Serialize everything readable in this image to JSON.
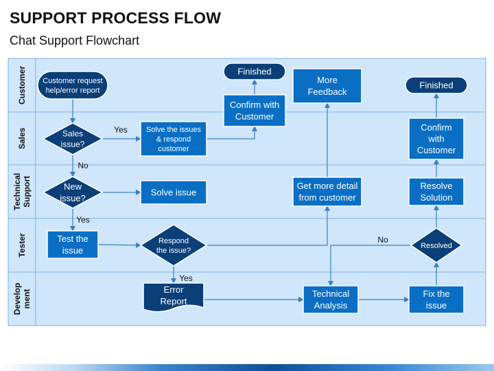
{
  "header": {
    "title": "SUPPORT PROCESS FLOW",
    "subtitle": "Chat Support Flowchart"
  },
  "lanes": [
    {
      "id": "customer",
      "label": "Customer"
    },
    {
      "id": "sales",
      "label": "Sales"
    },
    {
      "id": "tech",
      "label": "Technical\nSupport"
    },
    {
      "id": "tester",
      "label": "Tester"
    },
    {
      "id": "dev",
      "label": "Develop\nment"
    }
  ],
  "nodes": [
    {
      "id": "n1",
      "text": "Customer request\nhelp/error report",
      "shape": "pill",
      "style": "dark"
    },
    {
      "id": "n2",
      "text": "Sales\nissue?",
      "shape": "diamond",
      "style": "dark"
    },
    {
      "id": "n3",
      "text": "Solve the issues\n& respond\ncustomer",
      "shape": "rect",
      "style": "blue"
    },
    {
      "id": "n4",
      "text": "Confirm with\nCustomer",
      "shape": "rect",
      "style": "blue"
    },
    {
      "id": "n5",
      "text": "Finished",
      "shape": "pill",
      "style": "dark"
    },
    {
      "id": "n6",
      "text": "New\nissue?",
      "shape": "diamond",
      "style": "dark"
    },
    {
      "id": "n7",
      "text": "Solve issue",
      "shape": "rect",
      "style": "blue"
    },
    {
      "id": "n8",
      "text": "Test the\nissue",
      "shape": "rect",
      "style": "blue"
    },
    {
      "id": "n9",
      "text": "Respond\nthe issue?",
      "shape": "diamond",
      "style": "dark"
    },
    {
      "id": "n10",
      "text": "Error\nReport",
      "shape": "document",
      "style": "dark"
    },
    {
      "id": "n11",
      "text": "More\nFeedback",
      "shape": "rect",
      "style": "blue"
    },
    {
      "id": "n12",
      "text": "Get more detail\nfrom customer",
      "shape": "rect",
      "style": "blue"
    },
    {
      "id": "n13",
      "text": "Technical\nAnalysis",
      "shape": "rect",
      "style": "blue"
    },
    {
      "id": "n14",
      "text": "Finished",
      "shape": "pill",
      "style": "dark"
    },
    {
      "id": "n15",
      "text": "Confirm\nwith\nCustomer",
      "shape": "rect",
      "style": "blue"
    },
    {
      "id": "n16",
      "text": "Resolve\nSolution",
      "shape": "rect",
      "style": "blue"
    },
    {
      "id": "n17",
      "text": "Resolved",
      "shape": "diamond",
      "style": "dark"
    },
    {
      "id": "n18",
      "text": "Fix the\nissue",
      "shape": "rect",
      "style": "blue"
    }
  ],
  "edges": [
    {
      "from": "n1",
      "to": "n2",
      "label": ""
    },
    {
      "from": "n2",
      "to": "n3",
      "label": "Yes"
    },
    {
      "from": "n3",
      "to": "n4",
      "label": ""
    },
    {
      "from": "n4",
      "to": "n5",
      "label": ""
    },
    {
      "from": "n2",
      "to": "n6",
      "label": "No"
    },
    {
      "from": "n6",
      "to": "n7",
      "label": ""
    },
    {
      "from": "n6",
      "to": "n8",
      "label": "Yes"
    },
    {
      "from": "n8",
      "to": "n9",
      "label": ""
    },
    {
      "from": "n9",
      "to": "n12",
      "label": ""
    },
    {
      "from": "n12",
      "to": "n11",
      "label": ""
    },
    {
      "from": "n9",
      "to": "n10",
      "label": "Yes"
    },
    {
      "from": "n10",
      "to": "n13",
      "label": ""
    },
    {
      "from": "n13",
      "to": "n18",
      "label": ""
    },
    {
      "from": "n18",
      "to": "n17",
      "label": ""
    },
    {
      "from": "n17",
      "to": "n13",
      "label": "No"
    },
    {
      "from": "n17",
      "to": "n16",
      "label": ""
    },
    {
      "from": "n16",
      "to": "n15",
      "label": ""
    },
    {
      "from": "n15",
      "to": "n14",
      "label": ""
    }
  ],
  "colors": {
    "dark": "#0b3f78",
    "blue": "#0a6fc4",
    "lane_light": "#cfe6fb",
    "lane_border": "#7fb2e0",
    "arrow": "#3f7fbf"
  }
}
